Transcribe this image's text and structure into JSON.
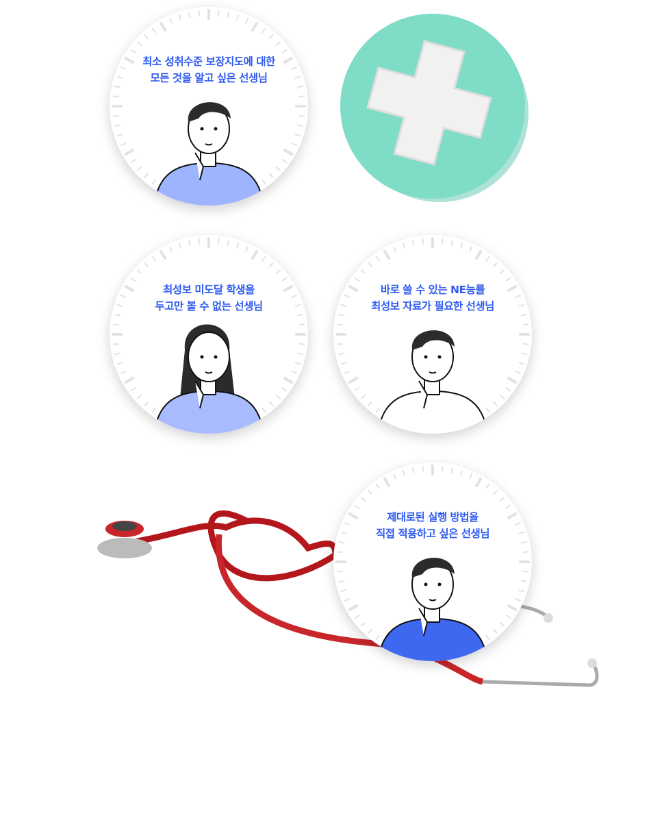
{
  "cards": [
    {
      "line1": "최소 성취수준 보장지도에 대한",
      "line2": "모든 것을 알고 싶은 선생님",
      "shirt": "#9fb4ff"
    },
    {
      "line1": "최성보 미도달 학생을",
      "line2": "두고만 볼 수 없는 선생님",
      "shirt": "#a9bbff"
    },
    {
      "line1": "바로 쓸 수 있는 NE능률",
      "line2": "최성보 자료가 필요한 선생님",
      "shirt": "#ffffff"
    },
    {
      "line1": "제대로된 실행 방법을",
      "line2": "직접 적용하고 싶은 선생님",
      "shirt": "#3f68f0"
    }
  ],
  "colors": {
    "text": "#2f5bf0",
    "mint": "#7fdcc6",
    "tube": "#c8262a"
  }
}
